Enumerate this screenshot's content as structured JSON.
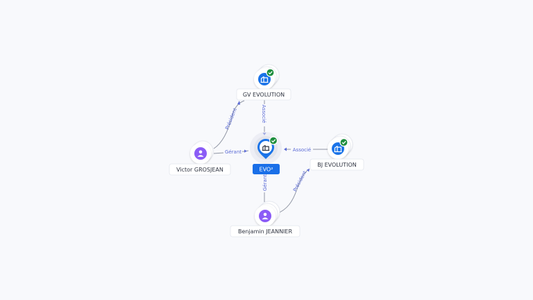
{
  "graph": {
    "nodes": {
      "gv_evolution": {
        "label": "GV EVOLUTION",
        "kind": "company",
        "verified": true
      },
      "victor": {
        "label": "Victor GROSJEAN",
        "kind": "person"
      },
      "center": {
        "label": "EVO²",
        "kind": "company",
        "verified": true
      },
      "bj_evolution": {
        "label": "BJ EVOLUTION",
        "kind": "company",
        "verified": true
      },
      "benjamin": {
        "label": "Benjamin JEANNIER",
        "kind": "person"
      }
    },
    "edges": {
      "gv_center": {
        "label": "Associé"
      },
      "victor_center": {
        "label": "Gérant"
      },
      "victor_gv": {
        "label": "Président"
      },
      "bj_center": {
        "label": "Associé"
      },
      "benjamin_center": {
        "label": "Gérant"
      },
      "benjamin_bj": {
        "label": "Président"
      }
    }
  },
  "colors": {
    "company": "#1a73e8",
    "person": "#8b5cf6",
    "verified": "#1e8e3e",
    "edge": "#8f95a3",
    "edge_text": "#5b6bd6",
    "center_label_bg": "#1a6fe8"
  },
  "icons": {
    "company": "building-icon",
    "person": "person-icon",
    "verified": "check-badge-icon"
  }
}
